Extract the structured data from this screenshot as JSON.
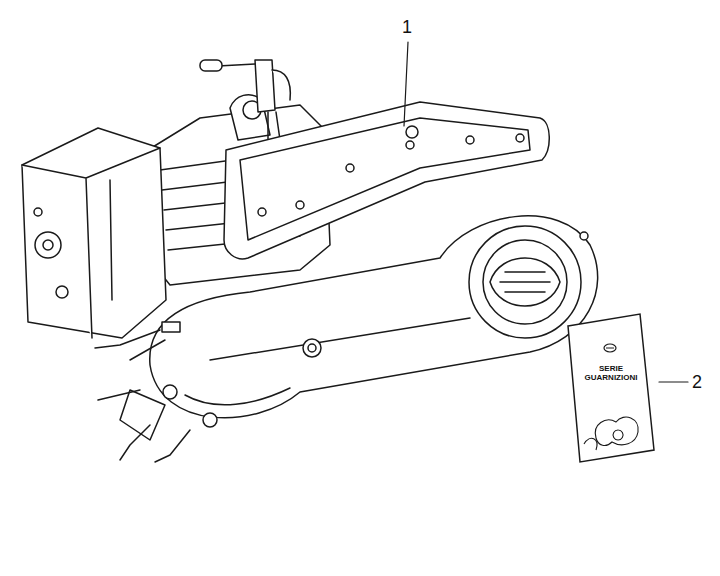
{
  "diagram": {
    "nodes": [
      {
        "text": [
          "SERIE GUARNIZIONI"
        ]
      }
    ],
    "labels": [
      "1",
      "2"
    ]
  }
}
